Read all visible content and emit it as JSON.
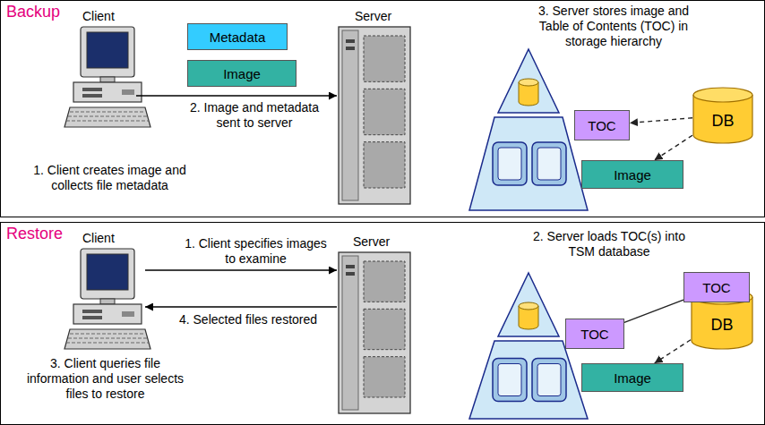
{
  "diagram": {
    "nodes": [
      {
        "text": [
          "Backup"
        ]
      },
      {
        "text": [
          "Metadata"
        ],
        "in": 0
      },
      {
        "text": [
          "Image"
        ],
        "in": 0
      },
      {
        "text": [
          "TOC"
        ],
        "in": 0
      },
      {
        "text": [
          "DB"
        ],
        "in": 0
      },
      {
        "text": [
          "Image"
        ],
        "in": 0
      },
      {
        "text": [
          "Restore"
        ]
      },
      {
        "text": [
          "TOC"
        ],
        "in": 6
      },
      {
        "text": [
          "TOC"
        ],
        "in": 6
      },
      {
        "text": [
          "DB"
        ],
        "in": 6
      },
      {
        "text": [
          "Image"
        ],
        "in": 6
      }
    ],
    "edges": [
      {
        "from": 4,
        "to": 3,
        "arrow": "to"
      },
      {
        "from": 4,
        "to": 5,
        "arrow": "to"
      },
      {
        "from": 7,
        "to": 8,
        "arrow": "none"
      },
      {
        "from": 9,
        "to": 10,
        "arrow": "to"
      }
    ],
    "labels": [
      "Client",
      "2. Image and metadata sent to server",
      "Server",
      "1. Client creates image and collects file metadata",
      "3. Server stores image and Table of Contents (TOC) in storage hierarchy",
      "Client",
      "1. Client specifies images to examine",
      "Server",
      "4. Selected files restored",
      "3. Client queries file information and user selects files to restore",
      "2. Server loads TOC(s) into TSM database"
    ]
  }
}
